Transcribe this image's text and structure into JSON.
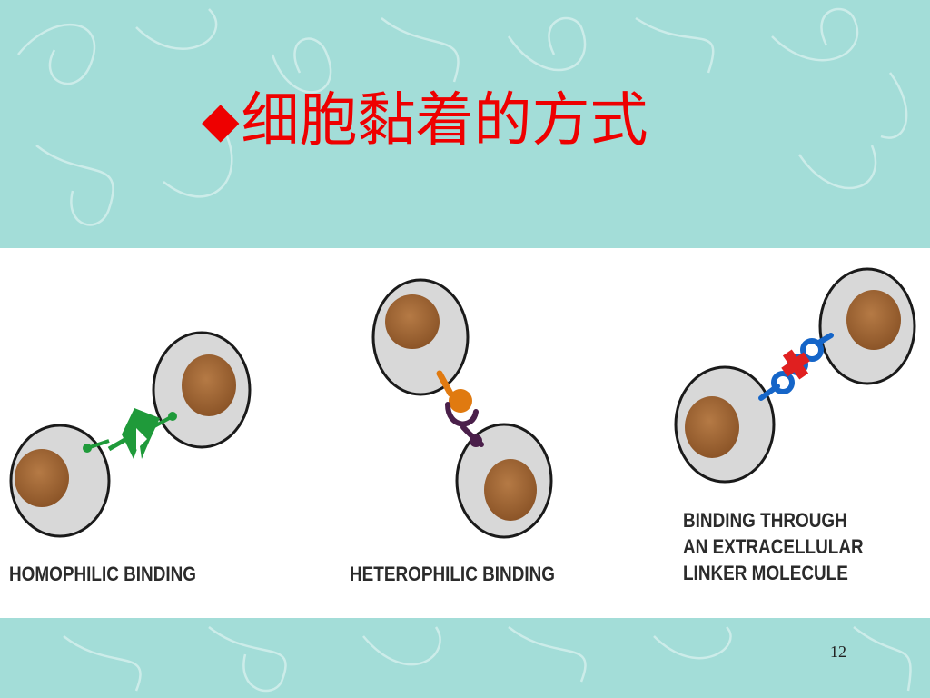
{
  "slide": {
    "title_bullet": "◆",
    "title": "细胞黏着的方式",
    "page_number": "12"
  },
  "figure": {
    "panels": [
      {
        "caption": "HOMOPHILIC BINDING"
      },
      {
        "caption": "HETEROPHILIC BINDING"
      },
      {
        "caption_lines": [
          "BINDING THROUGH",
          "AN EXTRACELLULAR",
          "LINKER MOLECULE"
        ]
      }
    ]
  },
  "colors": {
    "background": "#a3ddd8",
    "title": "#ee0000",
    "cell_fill": "#d8d8d8",
    "cell_outline": "#1a1a1a",
    "nucleus": "#a66a38",
    "homophilic_molecule": "#1f9a3a",
    "heterophilic_ligand": "#e07a10",
    "heterophilic_receptor": "#4a1f4a",
    "linker_receptor": "#1565c8",
    "linker_molecule": "#e02020"
  }
}
